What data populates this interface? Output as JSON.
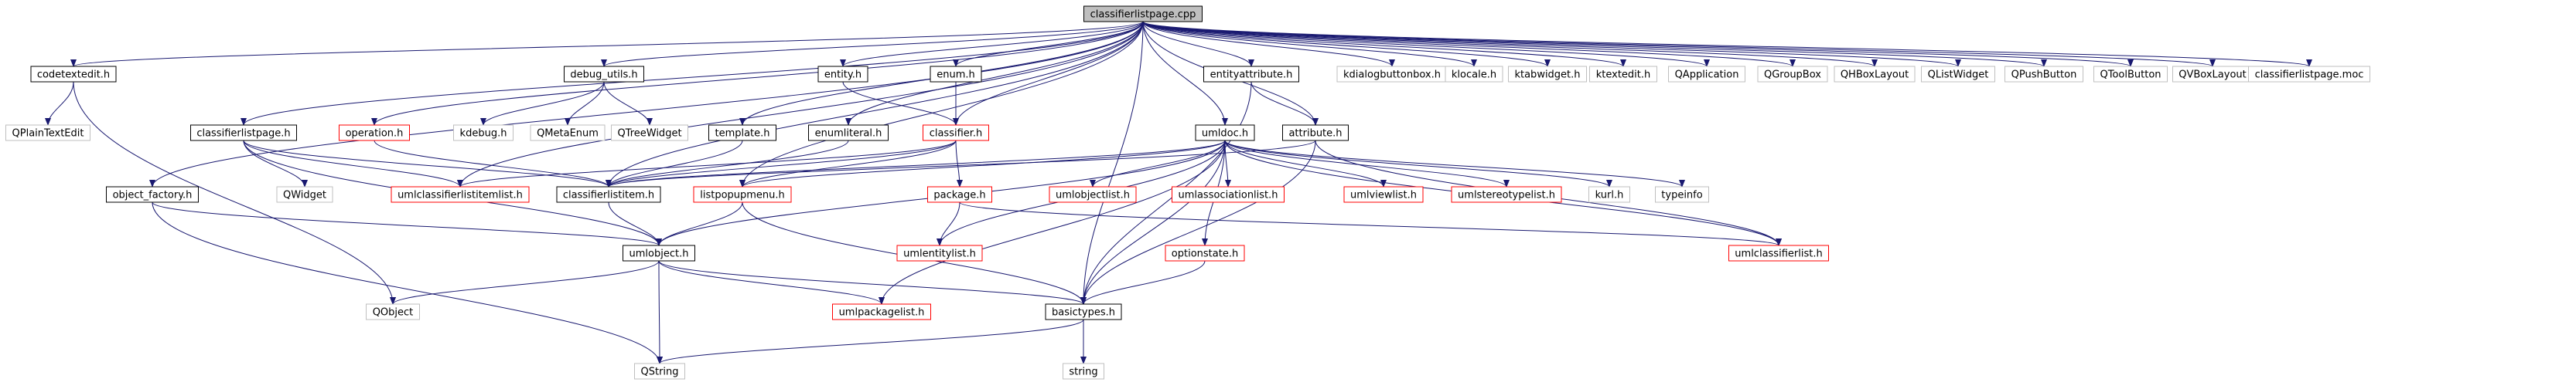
{
  "graph": {
    "colors": {
      "edge": "#191970",
      "box_black": "#000000",
      "box_gray": "#bfbfbf",
      "box_red": "#ff0000",
      "root_fill": "#bfbfbf",
      "text": "#000000"
    },
    "nodes": [
      {
        "id": "root",
        "label": "classifierlistpage.cpp",
        "style": "root"
      },
      {
        "id": "codetextedit_h",
        "label": "codetextedit.h",
        "style": "black"
      },
      {
        "id": "classifierlistpage_h",
        "label": "classifierlistpage.h",
        "style": "black"
      },
      {
        "id": "operation_h",
        "label": "operation.h",
        "style": "red"
      },
      {
        "id": "debug_utils_h",
        "label": "debug_utils.h",
        "style": "black"
      },
      {
        "id": "kdebug_h",
        "label": "kdebug.h",
        "style": "gray"
      },
      {
        "id": "QMetaEnum",
        "label": "QMetaEnum",
        "style": "gray"
      },
      {
        "id": "QTreeWidget",
        "label": "QTreeWidget",
        "style": "gray"
      },
      {
        "id": "template_h",
        "label": "template.h",
        "style": "black"
      },
      {
        "id": "entity_h",
        "label": "entity.h",
        "style": "black"
      },
      {
        "id": "enumliteral_h",
        "label": "enumliteral.h",
        "style": "black"
      },
      {
        "id": "enum_h",
        "label": "enum.h",
        "style": "black"
      },
      {
        "id": "classifier_h",
        "label": "classifier.h",
        "style": "red"
      },
      {
        "id": "umldoc_h",
        "label": "umldoc.h",
        "style": "black"
      },
      {
        "id": "entityattribute_h",
        "label": "entityattribute.h",
        "style": "black"
      },
      {
        "id": "attribute_h",
        "label": "attribute.h",
        "style": "black"
      },
      {
        "id": "kdialogbuttonbox_h",
        "label": "kdialogbuttonbox.h",
        "style": "gray"
      },
      {
        "id": "klocale_h",
        "label": "klocale.h",
        "style": "gray"
      },
      {
        "id": "ktabwidget_h",
        "label": "ktabwidget.h",
        "style": "gray"
      },
      {
        "id": "ktextedit_h",
        "label": "ktextedit.h",
        "style": "gray"
      },
      {
        "id": "QApplication",
        "label": "QApplication",
        "style": "gray"
      },
      {
        "id": "QGroupBox",
        "label": "QGroupBox",
        "style": "gray"
      },
      {
        "id": "QHBoxLayout",
        "label": "QHBoxLayout",
        "style": "gray"
      },
      {
        "id": "QListWidget",
        "label": "QListWidget",
        "style": "gray"
      },
      {
        "id": "QPushButton",
        "label": "QPushButton",
        "style": "gray"
      },
      {
        "id": "QToolButton",
        "label": "QToolButton",
        "style": "gray"
      },
      {
        "id": "QVBoxLayout",
        "label": "QVBoxLayout",
        "style": "gray"
      },
      {
        "id": "classifierlistpage_moc",
        "label": "classifierlistpage.moc",
        "style": "gray"
      },
      {
        "id": "QPlainTextEdit",
        "label": "QPlainTextEdit",
        "style": "gray"
      },
      {
        "id": "QWidget",
        "label": "QWidget",
        "style": "gray"
      },
      {
        "id": "object_factory_h",
        "label": "object_factory.h",
        "style": "black"
      },
      {
        "id": "umlclassifierlistitemlist_h",
        "label": "umlclassifierlistitemlist.h",
        "style": "red"
      },
      {
        "id": "classifierlistitem_h",
        "label": "classifierlistitem.h",
        "style": "black"
      },
      {
        "id": "listpopupmenu_h",
        "label": "listpopupmenu.h",
        "style": "red"
      },
      {
        "id": "package_h",
        "label": "package.h",
        "style": "red"
      },
      {
        "id": "umlobjectlist_h",
        "label": "umlobjectlist.h",
        "style": "red"
      },
      {
        "id": "umlassociationlist_h",
        "label": "umlassociationlist.h",
        "style": "red"
      },
      {
        "id": "umlviewlist_h",
        "label": "umlviewlist.h",
        "style": "red"
      },
      {
        "id": "umlstereotypelist_h",
        "label": "umlstereotypelist.h",
        "style": "red"
      },
      {
        "id": "kurl_h",
        "label": "kurl.h",
        "style": "gray"
      },
      {
        "id": "typeinfo",
        "label": "typeinfo",
        "style": "gray"
      },
      {
        "id": "umlentitylist_h",
        "label": "umlentitylist.h",
        "style": "red"
      },
      {
        "id": "optionstate_h",
        "label": "optionstate.h",
        "style": "red"
      },
      {
        "id": "umlclassifierlist_h",
        "label": "umlclassifierlist.h",
        "style": "red"
      },
      {
        "id": "umlobject_h",
        "label": "umlobject.h",
        "style": "black"
      },
      {
        "id": "QObject",
        "label": "QObject",
        "style": "gray"
      },
      {
        "id": "umlpackagelist_h",
        "label": "umlpackagelist.h",
        "style": "red"
      },
      {
        "id": "basictypes_h",
        "label": "basictypes.h",
        "style": "black"
      },
      {
        "id": "QString",
        "label": "QString",
        "style": "gray"
      },
      {
        "id": "string",
        "label": "string",
        "style": "gray"
      }
    ],
    "edges": [
      [
        "root",
        "codetextedit_h"
      ],
      [
        "root",
        "classifierlistpage_h"
      ],
      [
        "root",
        "operation_h"
      ],
      [
        "root",
        "debug_utils_h"
      ],
      [
        "root",
        "template_h"
      ],
      [
        "root",
        "entity_h"
      ],
      [
        "root",
        "enumliteral_h"
      ],
      [
        "root",
        "enum_h"
      ],
      [
        "root",
        "classifier_h"
      ],
      [
        "root",
        "umldoc_h"
      ],
      [
        "root",
        "entityattribute_h"
      ],
      [
        "root",
        "attribute_h"
      ],
      [
        "root",
        "kdialogbuttonbox_h"
      ],
      [
        "root",
        "klocale_h"
      ],
      [
        "root",
        "ktabwidget_h"
      ],
      [
        "root",
        "ktextedit_h"
      ],
      [
        "root",
        "QApplication"
      ],
      [
        "root",
        "QGroupBox"
      ],
      [
        "root",
        "QHBoxLayout"
      ],
      [
        "root",
        "QListWidget"
      ],
      [
        "root",
        "QPushButton"
      ],
      [
        "root",
        "QToolButton"
      ],
      [
        "root",
        "QVBoxLayout"
      ],
      [
        "root",
        "classifierlistpage_moc"
      ],
      [
        "root",
        "object_factory_h"
      ],
      [
        "root",
        "classifierlistitem_h"
      ],
      [
        "root",
        "listpopupmenu_h"
      ],
      [
        "root",
        "umlclassifierlistitemlist_h"
      ],
      [
        "root",
        "basictypes_h"
      ],
      [
        "codetextedit_h",
        "QPlainTextEdit"
      ],
      [
        "codetextedit_h",
        "QObject"
      ],
      [
        "debug_utils_h",
        "kdebug_h"
      ],
      [
        "debug_utils_h",
        "QMetaEnum"
      ],
      [
        "debug_utils_h",
        "QTreeWidget"
      ],
      [
        "classifierlistpage_h",
        "QWidget"
      ],
      [
        "classifierlistpage_h",
        "umlclassifierlistitemlist_h"
      ],
      [
        "classifierlistpage_h",
        "classifierlistitem_h"
      ],
      [
        "classifierlistpage_h",
        "umlobject_h"
      ],
      [
        "operation_h",
        "classifierlistitem_h"
      ],
      [
        "template_h",
        "classifierlistitem_h"
      ],
      [
        "entity_h",
        "classifier_h"
      ],
      [
        "enum_h",
        "classifier_h"
      ],
      [
        "enumliteral_h",
        "classifierlistitem_h"
      ],
      [
        "classifier_h",
        "umlclassifierlistitemlist_h"
      ],
      [
        "classifier_h",
        "classifierlistitem_h"
      ],
      [
        "classifier_h",
        "package_h"
      ],
      [
        "classifier_h",
        "listpopupmenu_h"
      ],
      [
        "entityattribute_h",
        "attribute_h"
      ],
      [
        "entityattribute_h",
        "basictypes_h"
      ],
      [
        "attribute_h",
        "classifierlistitem_h"
      ],
      [
        "attribute_h",
        "umlclassifierlist_h"
      ],
      [
        "attribute_h",
        "basictypes_h"
      ],
      [
        "umldoc_h",
        "umlobjectlist_h"
      ],
      [
        "umldoc_h",
        "umlassociationlist_h"
      ],
      [
        "umldoc_h",
        "umlviewlist_h"
      ],
      [
        "umldoc_h",
        "umlstereotypelist_h"
      ],
      [
        "umldoc_h",
        "kurl_h"
      ],
      [
        "umldoc_h",
        "typeinfo"
      ],
      [
        "umldoc_h",
        "umlentitylist_h"
      ],
      [
        "umldoc_h",
        "optionstate_h"
      ],
      [
        "umldoc_h",
        "umlclassifierlist_h"
      ],
      [
        "umldoc_h",
        "basictypes_h"
      ],
      [
        "umldoc_h",
        "umlpackagelist_h"
      ],
      [
        "umldoc_h",
        "umlobject_h"
      ],
      [
        "umldoc_h",
        "listpopupmenu_h"
      ],
      [
        "umldoc_h",
        "classifierlistitem_h"
      ],
      [
        "package_h",
        "umlentitylist_h"
      ],
      [
        "package_h",
        "umlclassifierlist_h"
      ],
      [
        "object_factory_h",
        "umlobject_h"
      ],
      [
        "object_factory_h",
        "QString"
      ],
      [
        "classifierlistitem_h",
        "umlobject_h"
      ],
      [
        "listpopupmenu_h",
        "umlobject_h"
      ],
      [
        "listpopupmenu_h",
        "basictypes_h"
      ],
      [
        "optionstate_h",
        "basictypes_h"
      ],
      [
        "umlobject_h",
        "QObject"
      ],
      [
        "umlobject_h",
        "QString"
      ],
      [
        "umlobject_h",
        "umlpackagelist_h"
      ],
      [
        "umlobject_h",
        "basictypes_h"
      ],
      [
        "basictypes_h",
        "QString"
      ],
      [
        "basictypes_h",
        "string"
      ]
    ]
  }
}
